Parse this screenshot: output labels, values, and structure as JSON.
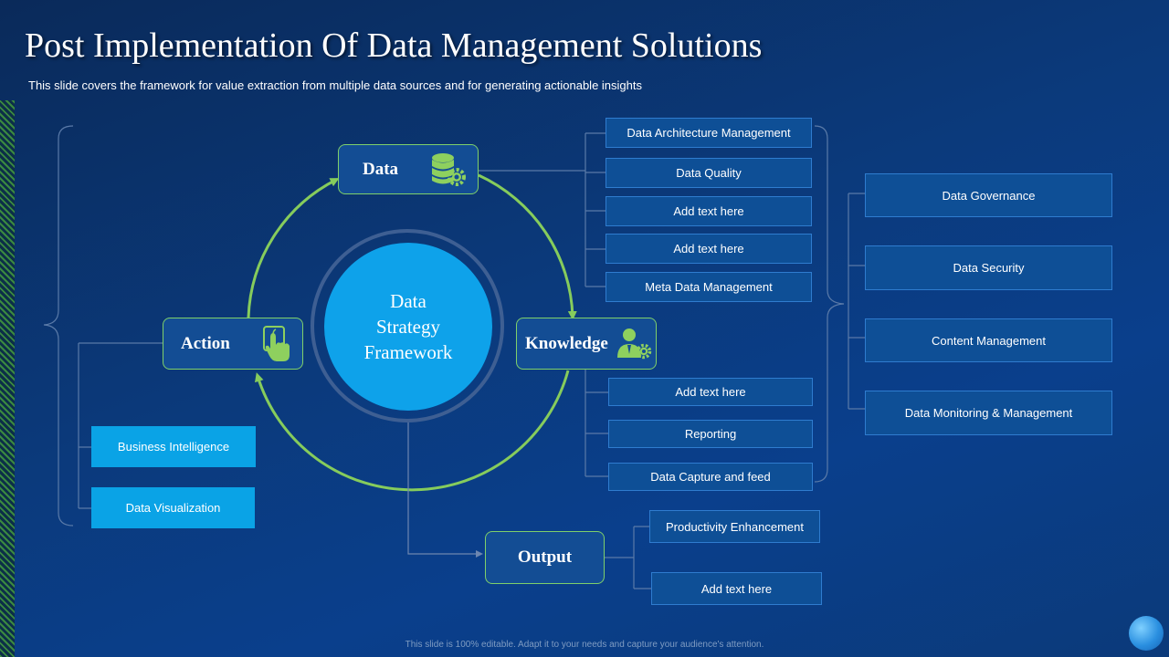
{
  "title": "Post Implementation Of  Data Management Solutions",
  "subtitle": "This slide covers the framework for value extraction from multiple data sources and for generating actionable insights",
  "footer": "This slide is 100% editable. Adapt it to your needs and capture your audience's attention.",
  "center": {
    "line1": "Data",
    "line2": "Strategy",
    "line3": "Framework"
  },
  "nodes": {
    "data": "Data",
    "knowledge": "Knowledge",
    "action": "Action",
    "output": "Output"
  },
  "data_items": [
    "Data Architecture Management",
    "Data Quality",
    "Add text here",
    "Add text here",
    "Meta Data Management"
  ],
  "knowledge_items": [
    "Add text here",
    "Reporting",
    "Data Capture and feed"
  ],
  "governance_items": [
    "Data Governance",
    "Data Security",
    "Content Management",
    "Data Monitoring & Management"
  ],
  "action_items": [
    "Business Intelligence",
    "Data Visualization"
  ],
  "output_items": [
    "Productivity Enhancement",
    "Add text here"
  ],
  "colors": {
    "background": "#0b3a7c",
    "node_fill": "#134d94",
    "node_border": "#7fd06a",
    "arrow": "#86cc5c",
    "center": "#0ea2ea",
    "box": "#0e4f96",
    "box_cyan": "#0aa3e6",
    "icon": "#8ed05e"
  },
  "icons": {
    "data": "database-gear-icon",
    "knowledge": "person-gear-icon",
    "action": "touch-hand-icon"
  }
}
